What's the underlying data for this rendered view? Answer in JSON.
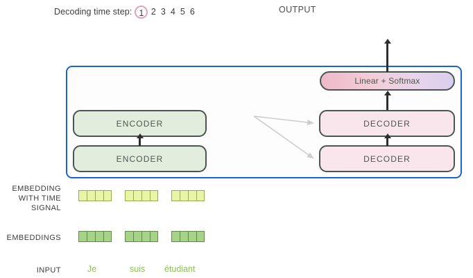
{
  "header": {
    "timestep_label": "Decoding time step:",
    "timesteps": [
      "1",
      "2",
      "3",
      "4",
      "5",
      "6"
    ],
    "active_timestep": "1",
    "output_label": "OUTPUT",
    "active_ring_color": "#e79fbd"
  },
  "model": {
    "border_color": "#1a62d8",
    "encoder_stack": [
      {
        "label": "ENCODER"
      },
      {
        "label": "ENCODER"
      }
    ],
    "decoder_stack": [
      {
        "label": "DECODER"
      },
      {
        "label": "DECODER"
      }
    ],
    "output_head": {
      "label": "Linear + Softmax",
      "gradient_from": "#eeb9c9",
      "gradient_to": "#d9cfee"
    },
    "encoder_fill": "#e3edde",
    "decoder_fill": "#f9e6ed",
    "box_stroke": "#4a5450",
    "cross_attention_arrow_color": "#cdcdcd"
  },
  "rows": {
    "embedding_with_time_signal": {
      "label_lines": [
        "EMBEDDING",
        "WITH TIME",
        "SIGNAL"
      ],
      "cell_fill": "#e9f5a6",
      "cell_stroke": "#9aa84a",
      "cells_per_token": 4
    },
    "embeddings": {
      "label": "EMBEDDINGS",
      "cell_fill": "#a7d389",
      "cell_stroke": "#5f8a4a",
      "cells_per_token": 4
    },
    "input": {
      "label": "INPUT",
      "tokens": [
        "Je",
        "suis",
        "étudiant"
      ],
      "token_color": "#8cc152"
    }
  }
}
